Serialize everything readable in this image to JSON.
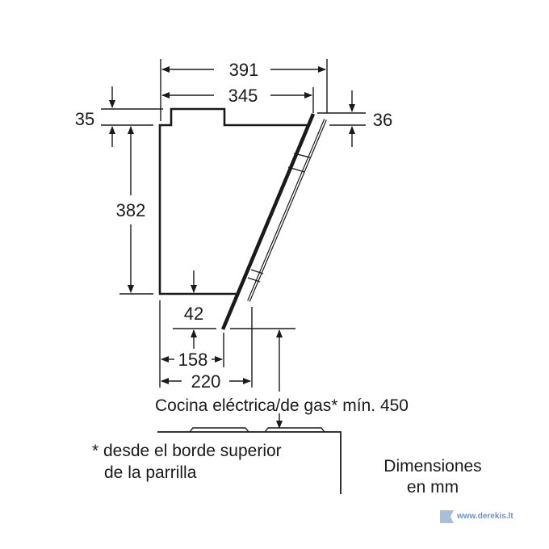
{
  "dimensions": {
    "overall_depth": "391",
    "body_depth": "345",
    "top_connector_height": "35",
    "glass_top_offset": "36",
    "body_height": "382",
    "bottom_offset": "42",
    "bottom_depth_158": "158",
    "bottom_depth_220": "220"
  },
  "labels": {
    "cooktop_clearance": "Cocina eléctrica/de gas* mín. 450",
    "footnote_line1": "* desde el borde superior",
    "footnote_line2": "de la parrilla",
    "units_line1": "Dimensiones",
    "units_line2": "en mm"
  },
  "watermark": {
    "text": "www.derekis.lt",
    "color": "#3a6db5"
  }
}
